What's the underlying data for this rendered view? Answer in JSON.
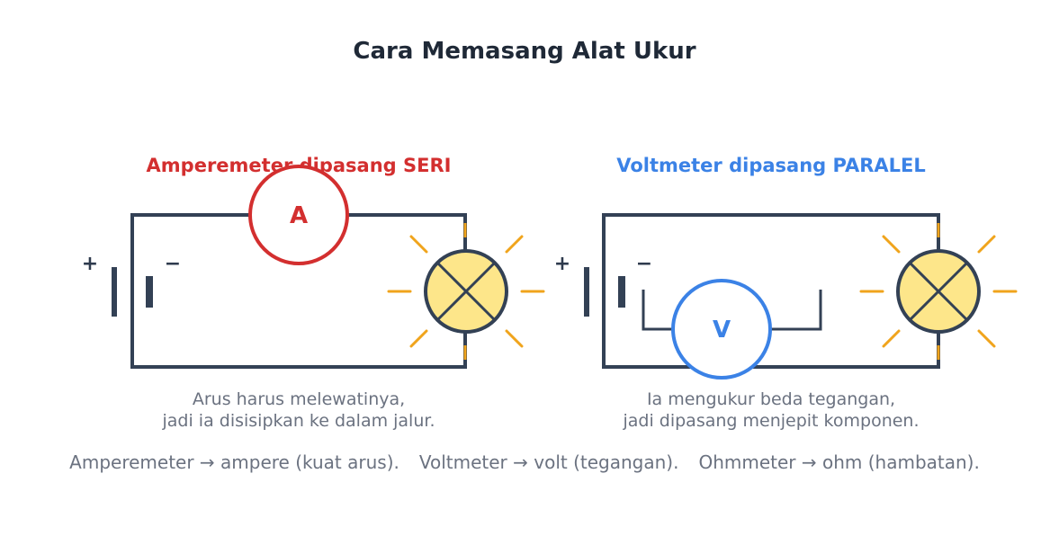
{
  "title": "Cara Memasang Alat Ukur",
  "series_panel": {
    "heading": "Amperemeter dipasang SERI",
    "meter_symbol": "A",
    "plus": "+",
    "minus": "−",
    "caption_line1": "Arus harus melewatinya,",
    "caption_line2": "jadi ia disisipkan ke dalam jalur.",
    "color": "#d32f2f"
  },
  "parallel_panel": {
    "heading": "Voltmeter dipasang PARALEL",
    "meter_symbol": "V",
    "plus": "+",
    "minus": "−",
    "caption_line1": "Ia mengukur beda tegangan,",
    "caption_line2": "jadi dipasang menjepit komponen.",
    "color": "#3b82e6"
  },
  "footer": {
    "item1": "Amperemeter → ampere (kuat arus).",
    "item2": "Voltmeter → volt (tegangan).",
    "item3": "Ohmmeter → ohm (hambatan)."
  },
  "colors": {
    "wire": "#334155",
    "lamp_fill": "#fde68a",
    "lamp_rays": "#f0a41c"
  }
}
